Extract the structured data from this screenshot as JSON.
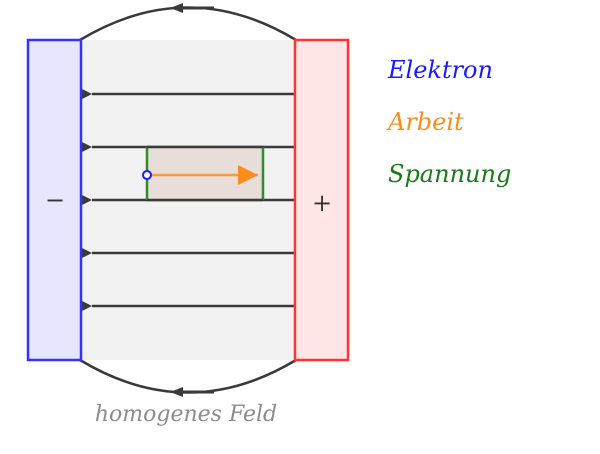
{
  "legend": {
    "electron": {
      "label": "Elektron",
      "color": "#1a1aff"
    },
    "work": {
      "label": "Arbeit",
      "color": "#ff8c1a"
    },
    "voltage": {
      "label": "Spannung",
      "color": "#1a7a1a"
    }
  },
  "plates": {
    "negative": {
      "sign": "−",
      "fill": "#e6e6ff",
      "stroke": "#3333ff"
    },
    "positive": {
      "sign": "+",
      "fill": "#ffe6e6",
      "stroke": "#ff3333"
    }
  },
  "field": {
    "caption": "homogenes Feld",
    "line_color": "#3a3a3a",
    "background": "#f2f2f2"
  },
  "work_box": {
    "fill": "#e6dcd6",
    "border": "#2e8b2e"
  }
}
